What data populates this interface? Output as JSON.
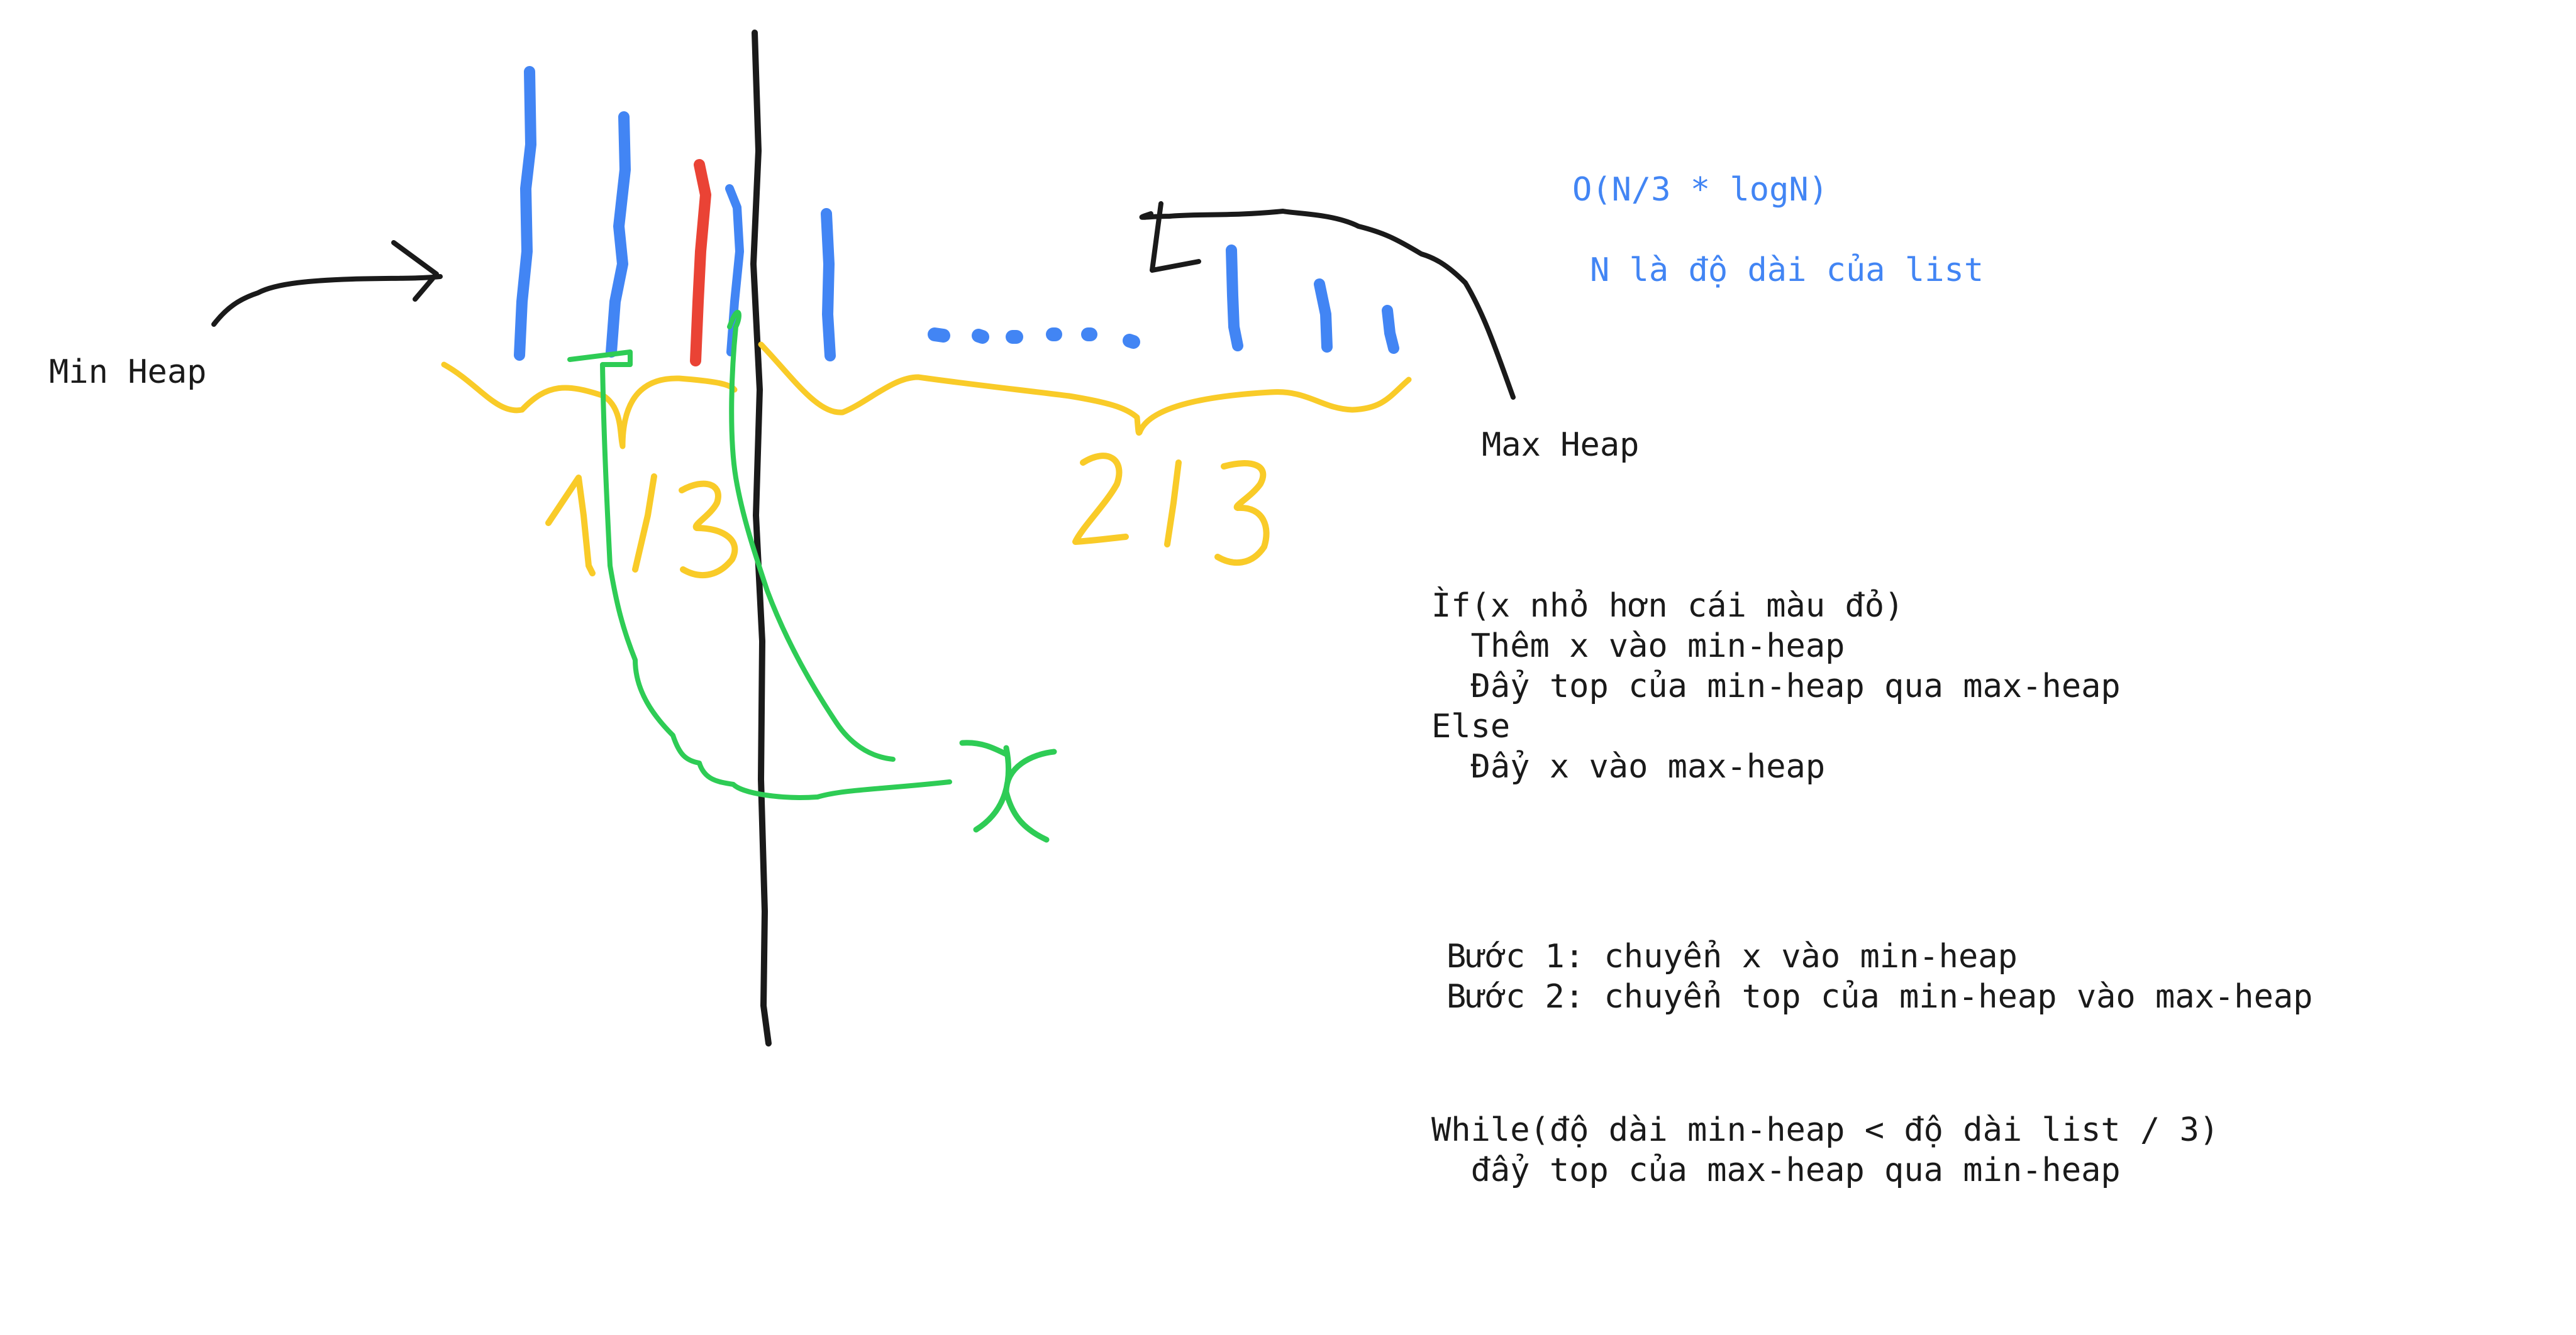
{
  "labels": {
    "min_heap": "Min Heap",
    "max_heap": "Max Heap",
    "one_third": "1/3",
    "two_thirds": "2/3",
    "x_mark": "x"
  },
  "complexity": {
    "formula": "O(N/3 * logN)",
    "note": "N là độ dài của list"
  },
  "algorithm": {
    "lines": [
      "Ìf(x nhỏ hơn cái màu đỏ)",
      "  Thêm x vào min-heap",
      "  Đẩy top của min-heap qua max-heap",
      "Else",
      "  Đẩy x vào max-heap"
    ]
  },
  "steps": {
    "lines": [
      "Bước 1: chuyển x vào min-heap",
      "Bước 2: chuyển top của min-heap vào max-heap"
    ]
  },
  "rebalance": {
    "lines": [
      "While(độ dài min-heap < độ dài list / 3)",
      "  đẩy top của max-heap qua min-heap"
    ]
  },
  "colors": {
    "blue": "#4285f4",
    "red": "#ea4335",
    "yellow": "#f9cb28",
    "green": "#2ecc55",
    "black": "#1a1a1a"
  }
}
